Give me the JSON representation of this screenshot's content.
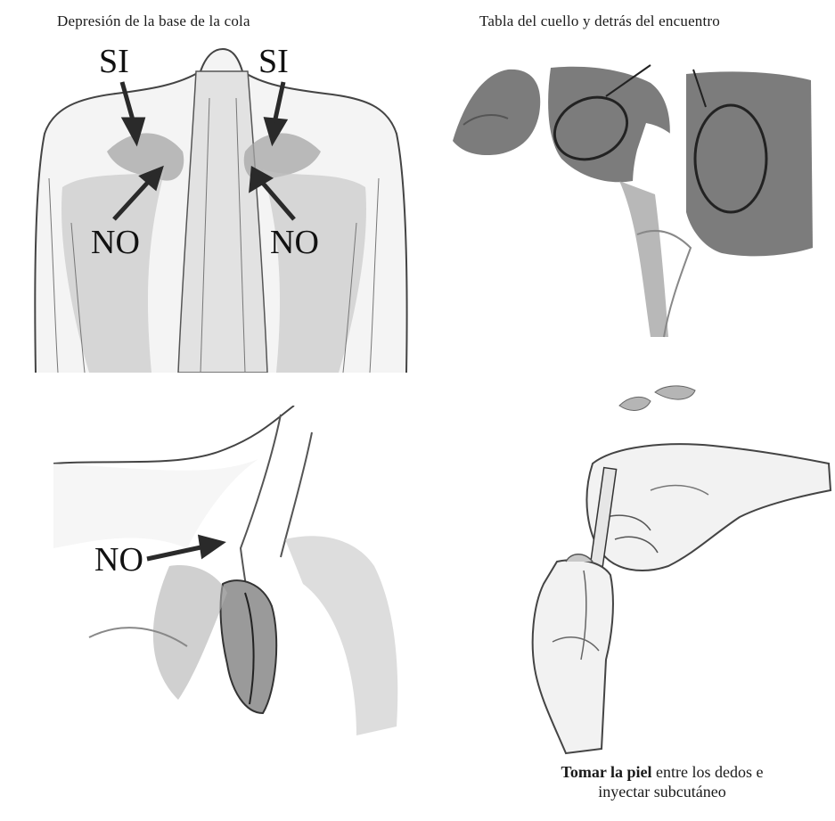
{
  "captions": {
    "tail": "Depresión de la base de la cola",
    "neck": "Tabla del cuello y detrás del encuentro",
    "skin_bold": "Tomar la piel",
    "skin_line1_rest": " entre los dedos e",
    "skin_line2": "inyectar subcutáneo"
  },
  "labels": {
    "si": "SI",
    "no": "NO"
  },
  "colors": {
    "ink": "#1a1a1a",
    "shade": "#8f8f8f",
    "light_shade": "#c9c9c9",
    "cow_body": "#7c7c7c"
  }
}
